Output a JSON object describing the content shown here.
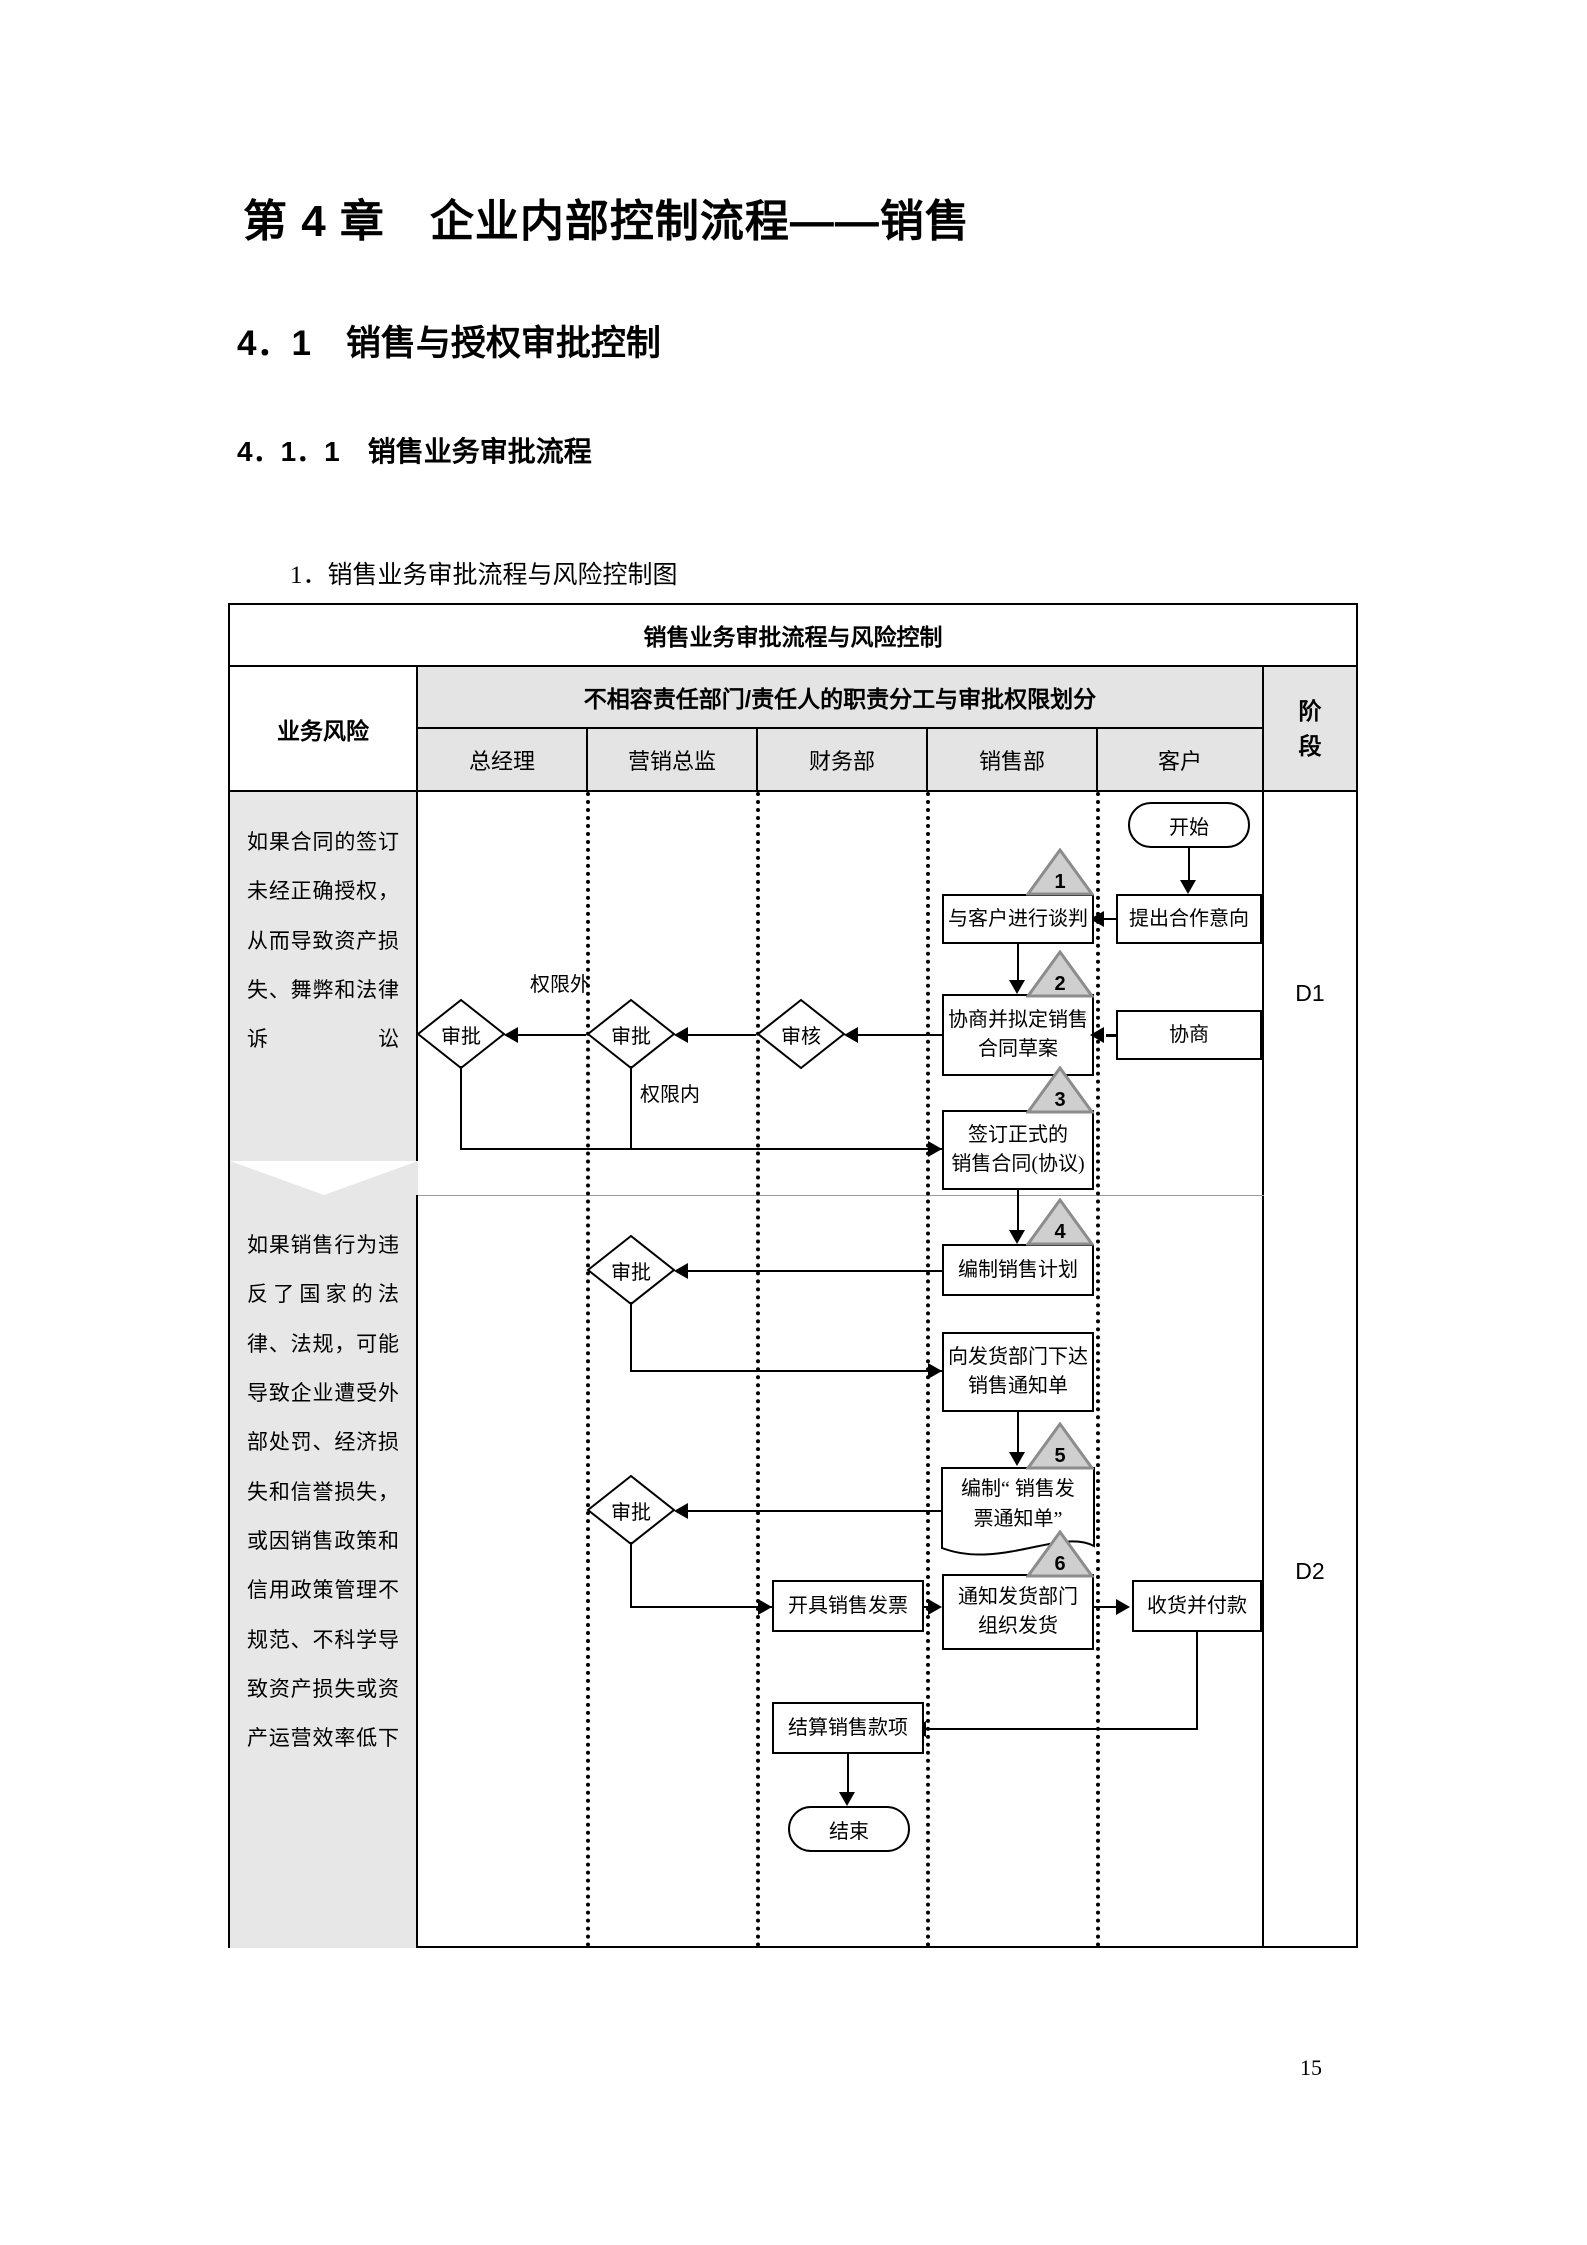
{
  "document": {
    "chapter_title": "第 4 章　企业内部控制流程——销售",
    "section_title": "4．1　销售与授权审批控制",
    "subsection_title": "4．1．1　销售业务审批流程",
    "item_title": "1．销售业务审批流程与风险控制图",
    "page_number": "15"
  },
  "table": {
    "caption": "销售业务审批流程与风险控制",
    "risk_header": "业务风险",
    "span_header": "不相容责任部门/责任人的职责分工与审批权限划分",
    "stage_header_line1": "阶",
    "stage_header_line2": "段",
    "departments": [
      "总经理",
      "营销总监",
      "财务部",
      "销售部",
      "客户"
    ],
    "rows": [
      {
        "stage": "D1",
        "risk": "如果合同的签订未经正确授权，从而导致资产损失、舞弊和法律诉讼"
      },
      {
        "stage": "D2",
        "risk": "如果销售行为违反了国家的法律、法规，可能导致企业遭受外部处罚、经济损失和信誉损失，或因销售政策和信用政策管理不规范、不科学导致资产损失或资产运营效率低下"
      }
    ]
  },
  "flowchart": {
    "nodes": {
      "start": "开始",
      "intent": "提出合作意向",
      "negotiate_customer": "与客户进行谈判",
      "consult": "协商",
      "draft_contract": "协商并拟定销售合同草案",
      "draft_contract_l1": "协商并拟定销售",
      "draft_contract_l2": "合同草案",
      "sign_contract_l1": "签订正式的",
      "sign_contract_l2": "销售合同(协议)",
      "review_finance": "审核",
      "approve_marketing": "审批",
      "approve_gm": "审批",
      "sales_plan": "编制销售计划",
      "approve_plan": "审批",
      "notice_to_shipping_l1": "向发货部门下达",
      "notice_to_shipping_l2": "销售通知单",
      "approve_invoice": "审批",
      "invoice_notice_l1": "编制“ 销售发",
      "invoice_notice_l2": "票通知单”",
      "issue_invoice": "开具销售发票",
      "notify_ship_l1": "通知发货部门",
      "notify_ship_l2": "组织发货",
      "receive_pay": "收货并付款",
      "settle": "结算销售款项",
      "end": "结束"
    },
    "edge_labels": {
      "out_of_authority": "权限外",
      "within_authority": "权限内"
    },
    "markers": [
      "1",
      "2",
      "3",
      "4",
      "5",
      "6"
    ]
  }
}
